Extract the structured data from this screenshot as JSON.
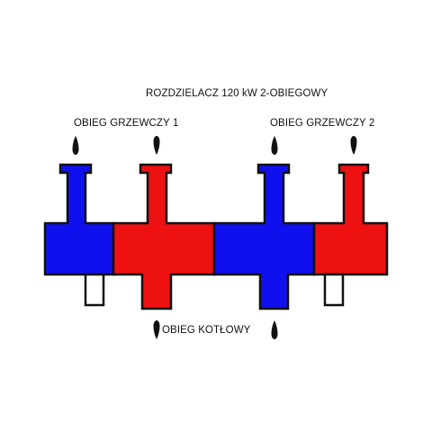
{
  "title": "ROZDZIELACZ 120 kW 2-OBIEGOWY",
  "circuit_1_label": "OBIEG GRZEWCZY 1",
  "circuit_2_label": "OBIEG GRZEWCZY 2",
  "boiler_circuit_label": "OBIEG KOTŁOWY",
  "colors": {
    "return_blue": "#1010ee",
    "supply_red": "#ee1111",
    "outline": "#111111",
    "plug": "#ffffff"
  }
}
